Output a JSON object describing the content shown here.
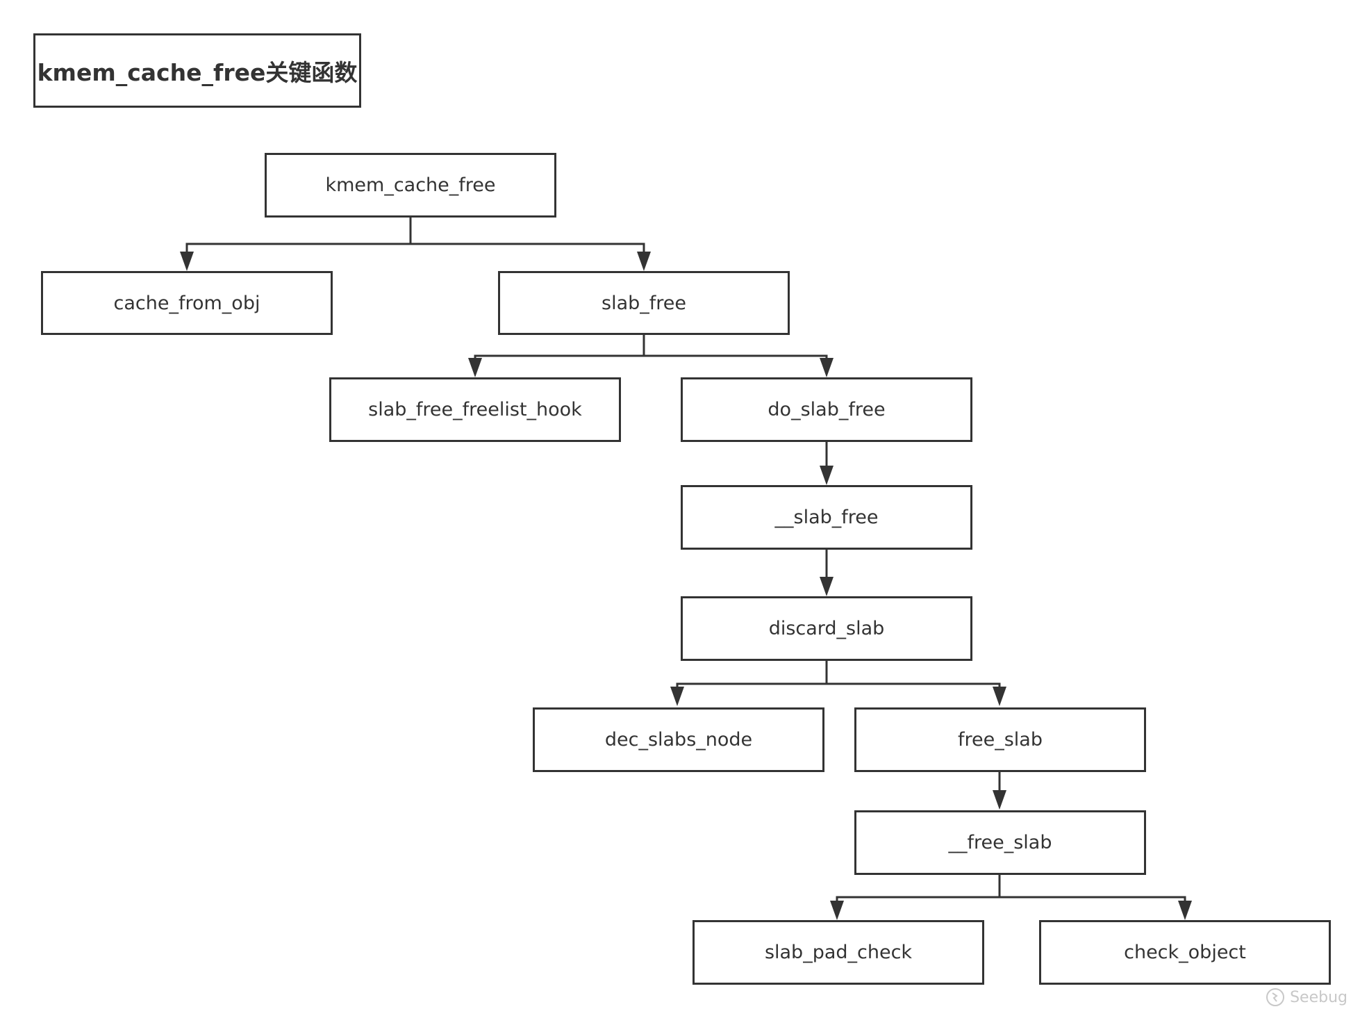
{
  "title": "kmem_cache_free关键函数",
  "nodes": {
    "kmem_cache_free": "kmem_cache_free",
    "cache_from_obj": "cache_from_obj",
    "slab_free": "slab_free",
    "slab_free_freelist_hook": "slab_free_freelist_hook",
    "do_slab_free": "do_slab_free",
    "__slab_free": "__slab_free",
    "discard_slab": "discard_slab",
    "dec_slabs_node": "dec_slabs_node",
    "free_slab": "free_slab",
    "__free_slab": "__free_slab",
    "slab_pad_check": "slab_pad_check",
    "check_object": "check_object"
  },
  "edges": [
    {
      "from": "kmem_cache_free",
      "to": "cache_from_obj"
    },
    {
      "from": "kmem_cache_free",
      "to": "slab_free"
    },
    {
      "from": "slab_free",
      "to": "slab_free_freelist_hook"
    },
    {
      "from": "slab_free",
      "to": "do_slab_free"
    },
    {
      "from": "do_slab_free",
      "to": "__slab_free"
    },
    {
      "from": "__slab_free",
      "to": "discard_slab"
    },
    {
      "from": "discard_slab",
      "to": "dec_slabs_node"
    },
    {
      "from": "discard_slab",
      "to": "free_slab"
    },
    {
      "from": "free_slab",
      "to": "__free_slab"
    },
    {
      "from": "__free_slab",
      "to": "slab_pad_check"
    },
    {
      "from": "__free_slab",
      "to": "check_object"
    }
  ],
  "watermark": "Seebug",
  "colors": {
    "stroke": "#333333",
    "text": "#333333",
    "background": "#ffffff",
    "watermark": "#c8c8c8"
  }
}
